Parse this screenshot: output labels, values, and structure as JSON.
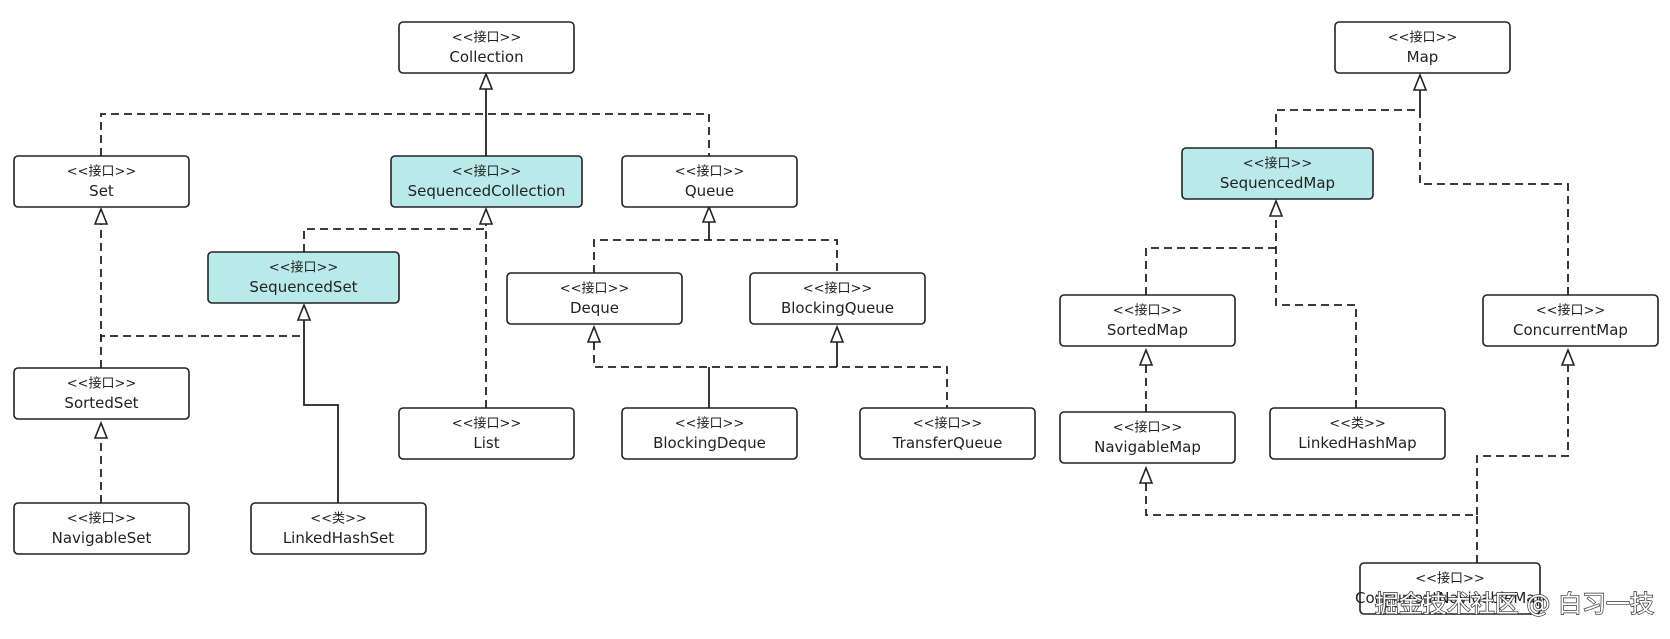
{
  "colors": {
    "highlight_fill": "#b9eaea",
    "default_fill": "#ffffff",
    "stroke": "#222222"
  },
  "nodes": {
    "collection": {
      "stereo": "<<接口>>",
      "name": "Collection"
    },
    "set": {
      "stereo": "<<接口>>",
      "name": "Set"
    },
    "sequenced_collection": {
      "stereo": "<<接口>>",
      "name": "SequencedCollection",
      "highlight": true
    },
    "queue": {
      "stereo": "<<接口>>",
      "name": "Queue"
    },
    "sequenced_set": {
      "stereo": "<<接口>>",
      "name": "SequencedSet",
      "highlight": true
    },
    "deque": {
      "stereo": "<<接口>>",
      "name": "Deque"
    },
    "blocking_queue": {
      "stereo": "<<接口>>",
      "name": "BlockingQueue"
    },
    "sorted_set": {
      "stereo": "<<接口>>",
      "name": "SortedSet"
    },
    "list": {
      "stereo": "<<接口>>",
      "name": "List"
    },
    "blocking_deque": {
      "stereo": "<<接口>>",
      "name": "BlockingDeque"
    },
    "transfer_queue": {
      "stereo": "<<接口>>",
      "name": "TransferQueue"
    },
    "navigable_set": {
      "stereo": "<<接口>>",
      "name": "NavigableSet"
    },
    "linked_hash_set": {
      "stereo": "<<类>>",
      "name": "LinkedHashSet"
    },
    "map": {
      "stereo": "<<接口>>",
      "name": "Map"
    },
    "sequenced_map": {
      "stereo": "<<接口>>",
      "name": "SequencedMap",
      "highlight": true
    },
    "sorted_map": {
      "stereo": "<<接口>>",
      "name": "SortedMap"
    },
    "concurrent_map": {
      "stereo": "<<接口>>",
      "name": "ConcurrentMap"
    },
    "navigable_map": {
      "stereo": "<<接口>>",
      "name": "NavigableMap"
    },
    "linked_hash_map": {
      "stereo": "<<类>>",
      "name": "LinkedHashMap"
    },
    "concurrent_navigable_map": {
      "stereo": "<<接口>>",
      "name": "ConcurrentNavigableMap"
    }
  },
  "watermark": "掘金技术社区 @ 白习一技"
}
